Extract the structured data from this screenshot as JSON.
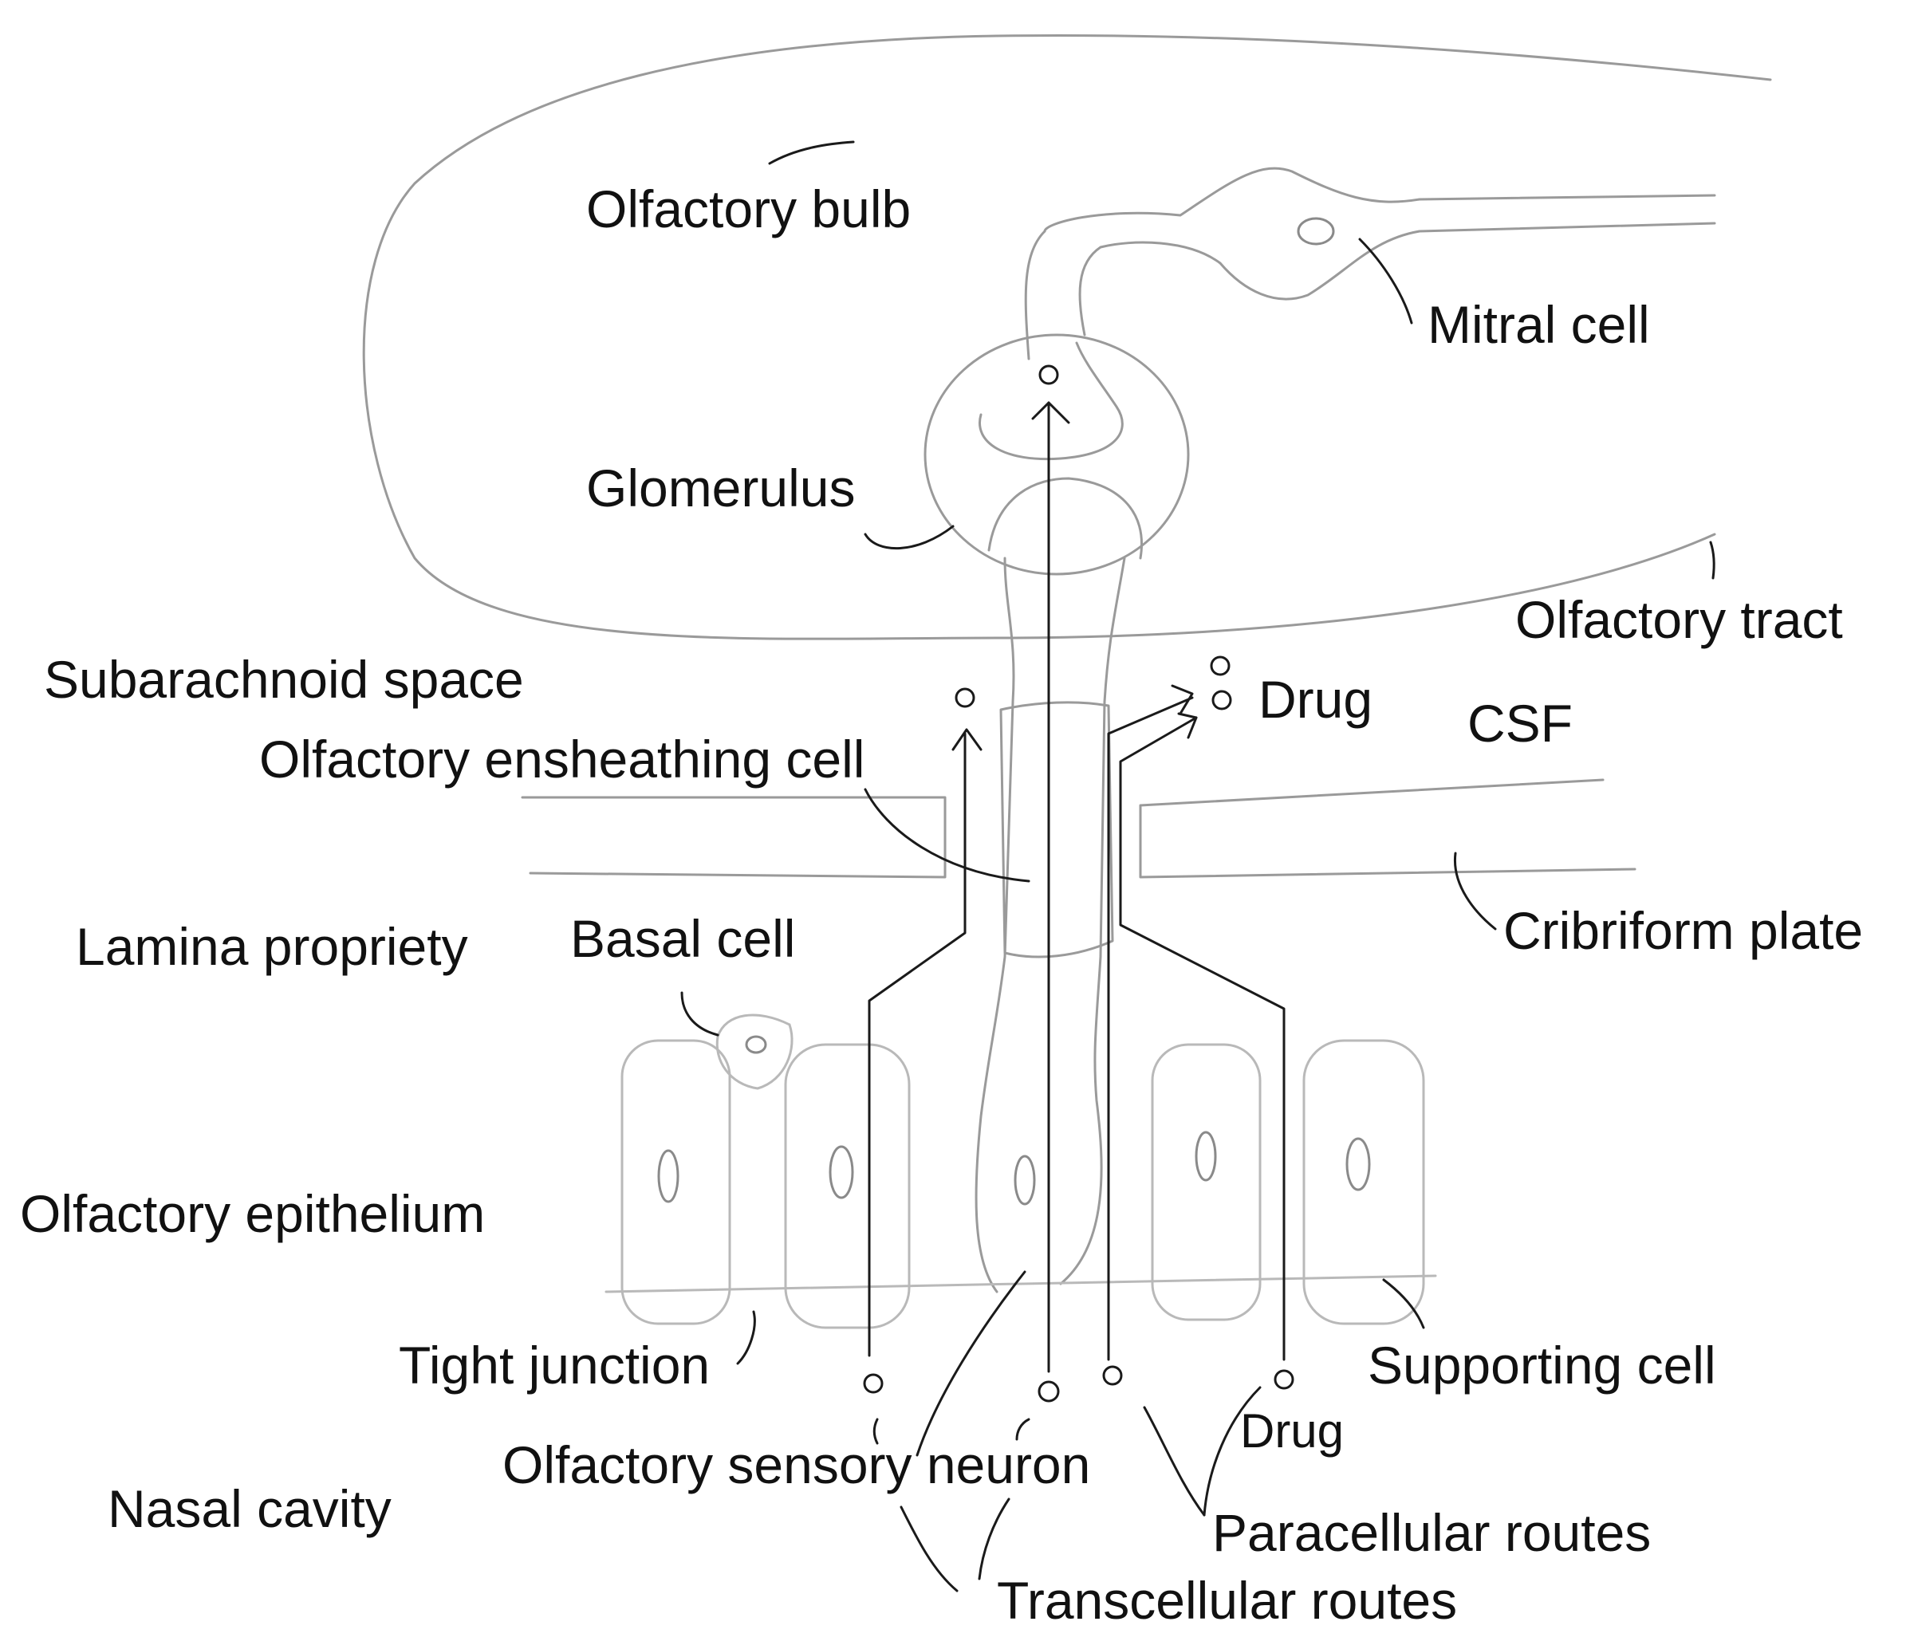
{
  "labels": {
    "olfactory_bulb": "Olfactory bulb",
    "mitral_cell": "Mitral cell",
    "glomerulus": "Glomerulus",
    "olfactory_tract": "Olfactory tract",
    "subarachnoid_space": "Subarachnoid space",
    "drug_top": "Drug",
    "csf": "CSF",
    "olfactory_ensheathing_cell": "Olfactory ensheathing cell",
    "cribriform_plate": "Cribriform plate",
    "lamina_propriety": "Lamina propriety",
    "basal_cell": "Basal cell",
    "olfactory_epithelium": "Olfactory epithelium",
    "tight_junction": "Tight junction",
    "supporting_cell": "Supporting cell",
    "drug_bottom": "Drug",
    "olfactory_sensory_neuron": "Olfactory sensory neuron",
    "nasal_cavity": "Nasal cavity",
    "paracellular_routes": "Paracellular routes",
    "transcellular_routes": "Transcellular routes"
  }
}
